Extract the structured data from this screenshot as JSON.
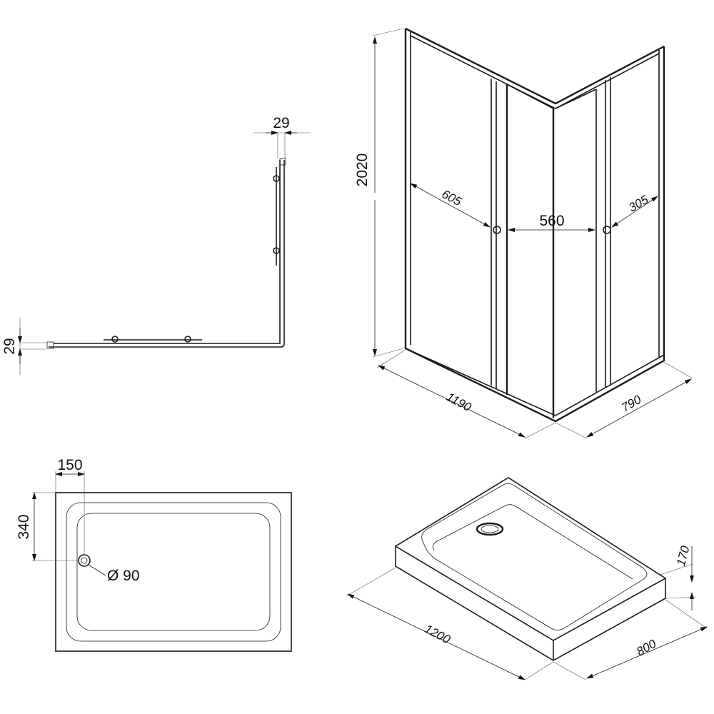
{
  "top_view": {
    "width_dim_top": "29",
    "width_dim_left": "29"
  },
  "cabin_view": {
    "height": "2020",
    "left_door_opening": "605",
    "front_opening": "560",
    "right_door_opening": "305",
    "length": "1190",
    "depth": "790"
  },
  "tray_plan": {
    "drain_offset_x": "150",
    "drain_offset_y": "340",
    "drain_diameter": "Ø 90"
  },
  "tray_iso": {
    "height": "170",
    "length": "1200",
    "width": "800"
  },
  "colors": {
    "line": "#1a1a1a",
    "background": "#ffffff"
  }
}
